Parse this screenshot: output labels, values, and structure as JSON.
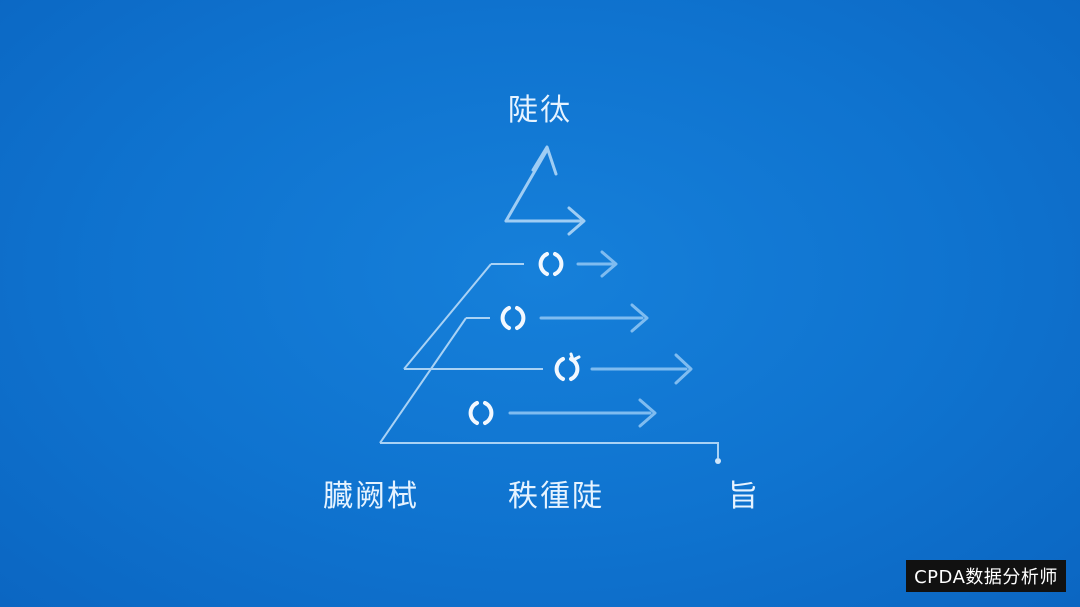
{
  "diagram": {
    "top_label": "陡㣖",
    "bottom_labels": [
      "臓阙栻",
      "秩㣫陡",
      "旨"
    ],
    "watermark": "CPDA数据分析师",
    "colors": {
      "background": "#0f73cf",
      "line": "#a9d2f5",
      "arrow": "#7fbcf0",
      "text": "#e6f3ff"
    },
    "icons": [
      "refresh-icon",
      "refresh-icon",
      "refresh-icon",
      "refresh-icon"
    ]
  }
}
